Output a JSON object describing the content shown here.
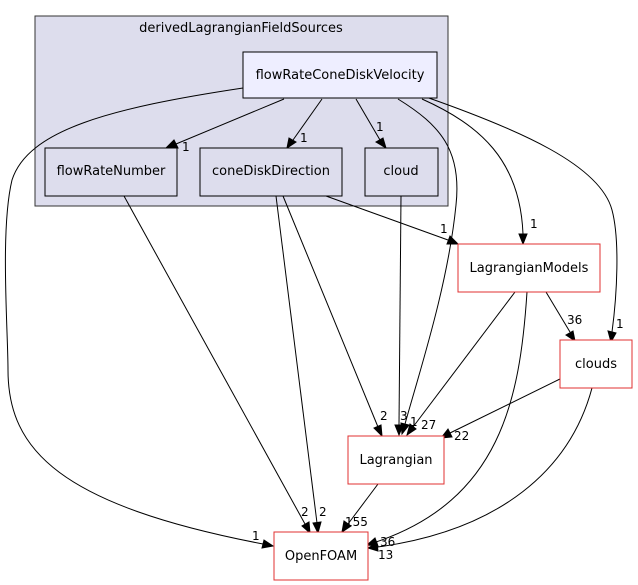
{
  "cluster": {
    "title": "derivedLagrangianFieldSources",
    "fill": "#dddded",
    "stroke": "#333333"
  },
  "nodes": {
    "flowRateConeDiskVelocity": {
      "label": "flowRateConeDiskVelocity",
      "fill": "#eeeeff",
      "stroke": "#000000"
    },
    "flowRateNumber": {
      "label": "flowRateNumber",
      "fill": "#dddded",
      "stroke": "#000000"
    },
    "coneDiskDirection": {
      "label": "coneDiskDirection",
      "fill": "#dddded",
      "stroke": "#000000"
    },
    "cloud": {
      "label": "cloud",
      "fill": "#dddded",
      "stroke": "#000000"
    },
    "LagrangianModels": {
      "label": "LagrangianModels",
      "fill": "#ffffff",
      "stroke": "#e03030"
    },
    "clouds": {
      "label": "clouds",
      "fill": "#ffffff",
      "stroke": "#e03030"
    },
    "Lagrangian": {
      "label": "Lagrangian",
      "fill": "#ffffff",
      "stroke": "#e03030"
    },
    "OpenFOAM": {
      "label": "OpenFOAM",
      "fill": "#ffffff",
      "stroke": "#e03030"
    }
  },
  "edge_labels": {
    "crdv_frn": "1",
    "crdv_cdd": "1",
    "crdv_cloud": "1",
    "crdv_lm": "1",
    "crdv_clouds": "1",
    "crdv_lag": "1",
    "crdv_of": "1",
    "cdd_lm": "1",
    "cdd_lag": "2",
    "cdd_of": "2",
    "frn_of": "2",
    "cloud_lag": "3",
    "lm_clouds": "36",
    "lm_lag": "27",
    "lm_of": "36",
    "clouds_lag": "22",
    "clouds_of": "13",
    "lag_of": "155"
  }
}
